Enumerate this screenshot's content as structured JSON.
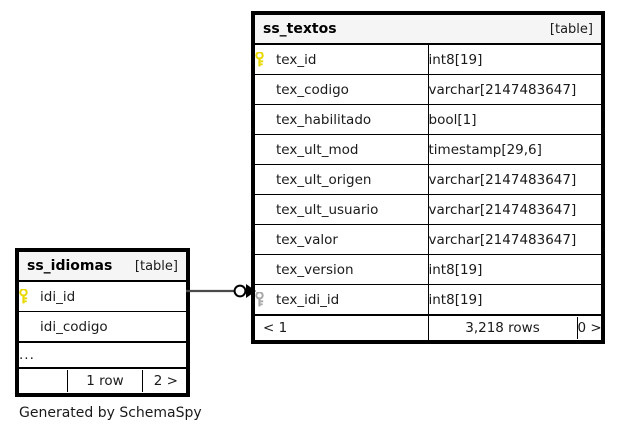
{
  "diagram": {
    "caption": "Generated by SchemaSpy",
    "table_tag": "[table]",
    "ellipsis": "...",
    "colors": {
      "primary_key": "#e8d800",
      "foreign_key": "#a8a8a8",
      "border": "#000000",
      "header_background": "#f5f5f5",
      "text": "#1a1a1a"
    }
  },
  "tables": [
    {
      "name": "ss_textos",
      "tag": "[table]",
      "columns": [
        {
          "name": "tex_id",
          "type": "int8[19]",
          "key": "primary"
        },
        {
          "name": "tex_codigo",
          "type": "varchar[2147483647]",
          "key": "none"
        },
        {
          "name": "tex_habilitado",
          "type": "bool[1]",
          "key": "none"
        },
        {
          "name": "tex_ult_mod",
          "type": "timestamp[29,6]",
          "key": "none"
        },
        {
          "name": "tex_ult_origen",
          "type": "varchar[2147483647]",
          "key": "none"
        },
        {
          "name": "tex_ult_usuario",
          "type": "varchar[2147483647]",
          "key": "none"
        },
        {
          "name": "tex_valor",
          "type": "varchar[2147483647]",
          "key": "none"
        },
        {
          "name": "tex_version",
          "type": "int8[19]",
          "key": "none"
        },
        {
          "name": "tex_idi_id",
          "type": "int8[19]",
          "key": "foreign"
        }
      ],
      "footer": {
        "left": "< 1",
        "middle": "3,218 rows",
        "right": "0 >"
      }
    },
    {
      "name": "ss_idiomas",
      "tag": "[table]",
      "columns": [
        {
          "name": "idi_id",
          "type": "",
          "key": "primary"
        },
        {
          "name": "idi_codigo",
          "type": "",
          "key": "none"
        }
      ],
      "has_ellipsis_row": true,
      "footer": {
        "left": "",
        "middle": "1 row",
        "right": "2 >"
      }
    }
  ],
  "relationships": [
    {
      "from_table": "ss_idiomas",
      "from_column": "idi_id",
      "to_table": "ss_textos",
      "to_column": "tex_idi_id",
      "from_cardinality": "zero-or-one",
      "to_cardinality": "many"
    }
  ]
}
